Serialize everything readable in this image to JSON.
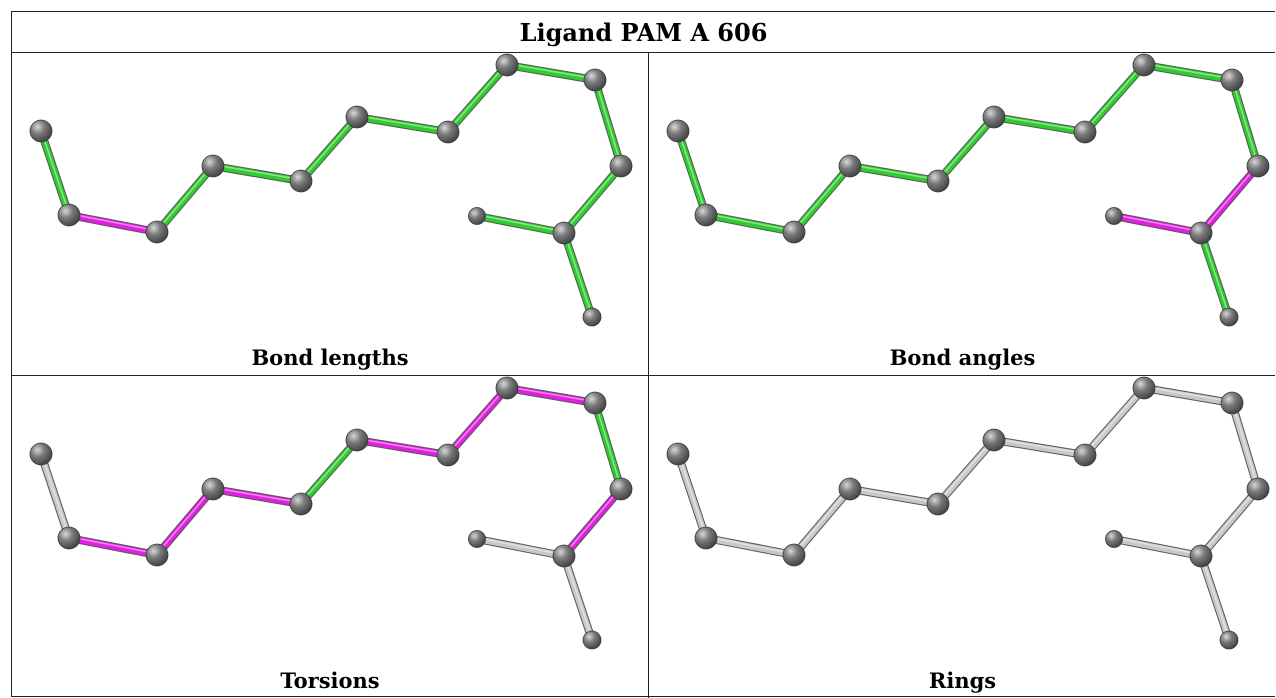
{
  "title": "Ligand PAM A 606",
  "panels": {
    "bond_lengths": "Bond lengths",
    "bond_angles": "Bond angles",
    "torsions": "Torsions",
    "rings": "Rings"
  },
  "colors": {
    "green": "#2ecc2e",
    "magenta": "#e01fe0",
    "gray": "#c8c8c8",
    "atom": "#7a7a7a"
  }
}
